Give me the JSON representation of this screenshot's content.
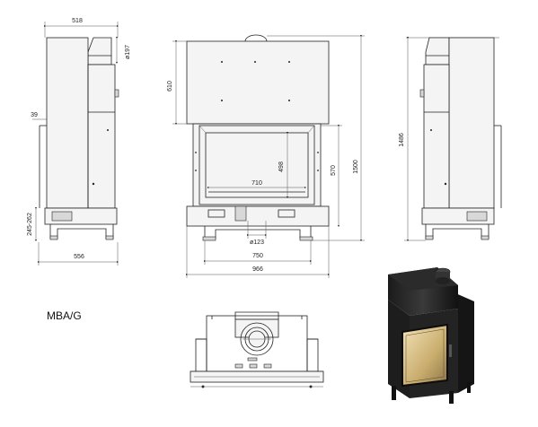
{
  "drawing": {
    "model_label": "MBA/G",
    "dimensions": {
      "side_depth": "518",
      "flue_diameter": "ø197",
      "front_offset": "39",
      "bottom_height": "245-262",
      "side_base": "556",
      "top_height": "610",
      "opening_width": "710",
      "opening_height": "498",
      "body_height": "570",
      "total_height_front": "1500",
      "air_inlet": "ø123",
      "base_width": "750",
      "total_width": "966",
      "total_height_side": "1486"
    }
  }
}
